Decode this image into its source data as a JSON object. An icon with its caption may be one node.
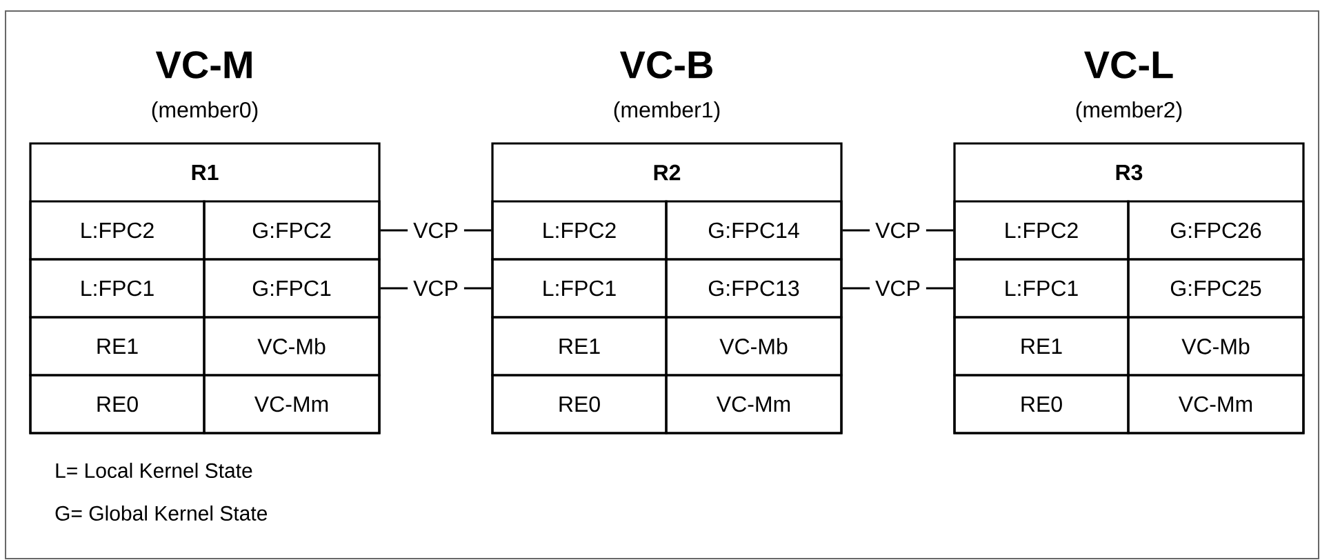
{
  "diagram": {
    "nodes": [
      {
        "text": [
          "VC-M",
          "(member0)",
          "R1"
        ]
      },
      {
        "text": [
          "L:FPC2"
        ],
        "in": 0
      },
      {
        "text": [
          "G:FPC2"
        ],
        "in": 0
      },
      {
        "text": [
          "L:FPC1"
        ],
        "in": 0
      },
      {
        "text": [
          "G:FPC1"
        ],
        "in": 0
      },
      {
        "text": [
          "RE1"
        ],
        "in": 0
      },
      {
        "text": [
          "VC-Mb"
        ],
        "in": 0
      },
      {
        "text": [
          "RE0"
        ],
        "in": 0
      },
      {
        "text": [
          "VC-Mm"
        ],
        "in": 0
      },
      {
        "text": [
          "VC-B",
          "(member1)",
          "R2"
        ]
      },
      {
        "text": [
          "L:FPC2"
        ],
        "in": 9
      },
      {
        "text": [
          "G:FPC14"
        ],
        "in": 9
      },
      {
        "text": [
          "L:FPC1"
        ],
        "in": 9
      },
      {
        "text": [
          "G:FPC13"
        ],
        "in": 9
      },
      {
        "text": [
          "RE1"
        ],
        "in": 9
      },
      {
        "text": [
          "VC-Mb"
        ],
        "in": 9
      },
      {
        "text": [
          "RE0"
        ],
        "in": 9
      },
      {
        "text": [
          "VC-Mm"
        ],
        "in": 9
      },
      {
        "text": [
          "VC-L",
          "(member2)",
          "R3"
        ]
      },
      {
        "text": [
          "L:FPC2"
        ],
        "in": 18
      },
      {
        "text": [
          "G:FPC26"
        ],
        "in": 18
      },
      {
        "text": [
          "L:FPC1"
        ],
        "in": 18
      },
      {
        "text": [
          "G:FPC25"
        ],
        "in": 18
      },
      {
        "text": [
          "RE1"
        ],
        "in": 18
      },
      {
        "text": [
          "VC-Mb"
        ],
        "in": 18
      },
      {
        "text": [
          "RE0"
        ],
        "in": 18
      },
      {
        "text": [
          "VC-Mm"
        ],
        "in": 18
      }
    ],
    "edges": [
      {
        "from": 2,
        "to": 10,
        "arrow": "none",
        "label": "VCP"
      },
      {
        "from": 4,
        "to": 12,
        "arrow": "none",
        "label": "VCP"
      },
      {
        "from": 11,
        "to": 19,
        "arrow": "none",
        "label": "VCP"
      },
      {
        "from": 13,
        "to": 21,
        "arrow": "none",
        "label": "VCP"
      }
    ],
    "labels": [
      "L= Local Kernel State",
      "G= Global Kernel State"
    ]
  }
}
